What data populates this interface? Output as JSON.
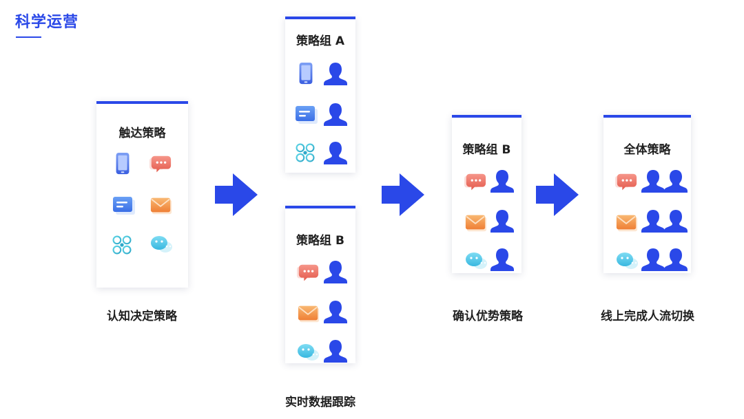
{
  "page": {
    "title": "科学运营",
    "accent": "#2a48e8"
  },
  "stages": {
    "reach": {
      "card_title": "触达策略",
      "caption": "认知决定策略"
    },
    "group_a": {
      "card_title": "策略组 A"
    },
    "group_b": {
      "card_title": "策略组 B"
    },
    "tracking": {
      "caption": "实时数据跟踪"
    },
    "optimal": {
      "card_title": "策略组 B",
      "caption": "确认优势策略"
    },
    "all": {
      "card_title": "全体策略",
      "caption": "线上完成人流切换"
    }
  },
  "icons": {
    "channels": [
      "phone-icon",
      "chat-bubble-icon",
      "message-card-icon",
      "mail-icon",
      "mini-program-icon",
      "wechat-icon"
    ],
    "audience": "person-icon"
  },
  "colors": {
    "accent": "#2a48e8",
    "phone": "#4a72e8",
    "chat": "#ea6c5e",
    "mail": "#f08a3c",
    "mini": "#40c8d8",
    "wechat": "#4fc8e8"
  }
}
